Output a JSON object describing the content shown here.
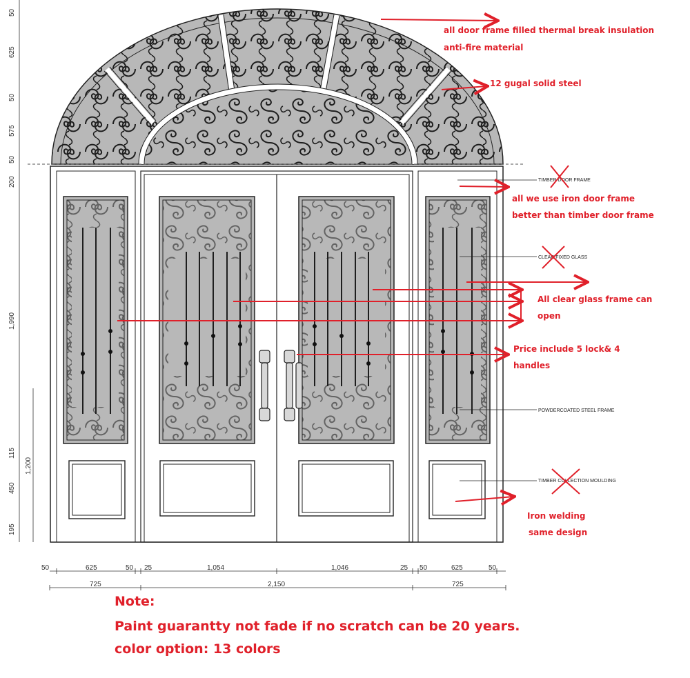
{
  "annotations": {
    "thermal_line1": "all door frame filled thermal break insulation",
    "thermal_line2": "anti-fire material",
    "steel": "12 gugal solid steel",
    "iron_frame_line1": "all we use iron door frame",
    "iron_frame_line2": "better than timber door frame",
    "glass_line1": "All clear glass frame can",
    "glass_line2": "open",
    "price_line1": "Price include 5 lock& 4",
    "price_line2": "handles",
    "welding_line1": "Iron welding",
    "welding_line2": "same design"
  },
  "labels": {
    "timber_frame": "TIMBER DOOR FRAME",
    "clear_glass": "CLEAR FIXED GLASS",
    "powdercoated": "POWDERCOATED STEEL FRAME",
    "moulding": "TIMBER COLLECTION MOULDING"
  },
  "dims_vertical": [
    "50",
    "625",
    "50",
    "575",
    "50",
    "200",
    "1,990",
    "115",
    "450",
    "195",
    "1,200"
  ],
  "dims_top": [
    "50",
    "625",
    "50",
    "25",
    "1,054",
    "1,046",
    "25",
    "50",
    "625",
    "50"
  ],
  "dims_bottom": [
    "725",
    "2,150",
    "725"
  ],
  "note": {
    "title": "Note:",
    "line1": "Paint guarantty not fade if no scratch can be 20 years.",
    "line2": "color option: 13 colors"
  },
  "colors": {
    "annotation_red": "#e0202a",
    "glass_gray": "#b8b8b8",
    "line": "#222222"
  }
}
